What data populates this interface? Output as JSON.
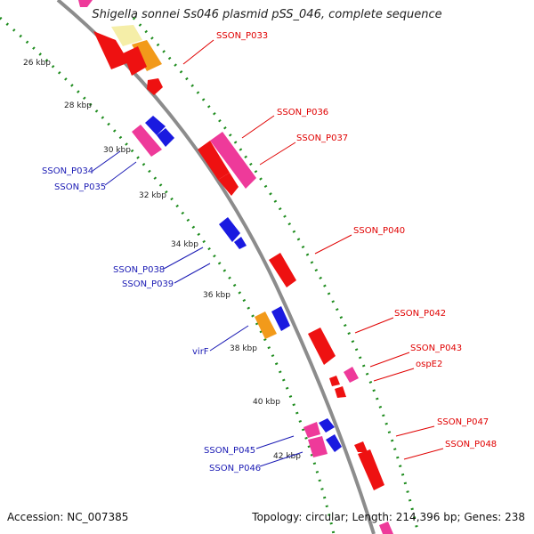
{
  "title": "Shigella sonnei Ss046 plasmid pSS_046, complete sequence",
  "footer": {
    "accession": "Accession: NC_007385",
    "summary": "Topology: circular; Length: 214,396 bp; Genes: 238"
  },
  "colors": {
    "forward_label": "#e00000",
    "reverse_label": "#1a1ab4",
    "backbone": "#8c8c8c",
    "ticks": "#1e8c1e",
    "gene_red": "#ee1111",
    "gene_pink": "#ee3a9a",
    "gene_blue": "#1a1ae0",
    "gene_orange": "#f29a1a",
    "gene_pale": "#f5eea8"
  },
  "kbp_ticks": [
    "26 kbp",
    "28 kbp",
    "30 kbp",
    "32 kbp",
    "34 kbp",
    "36 kbp",
    "38 kbp",
    "40 kbp",
    "42 kbp"
  ],
  "forward_labels": [
    "SSON_P033",
    "SSON_P036",
    "SSON_P037",
    "SSON_P040",
    "SSON_P042",
    "SSON_P043",
    "ospE2",
    "SSON_P047",
    "SSON_P048"
  ],
  "reverse_labels": [
    "SSON_P034",
    "SSON_P035",
    "SSON_P038",
    "SSON_P039",
    "virF",
    "SSON_P045",
    "SSON_P046"
  ]
}
